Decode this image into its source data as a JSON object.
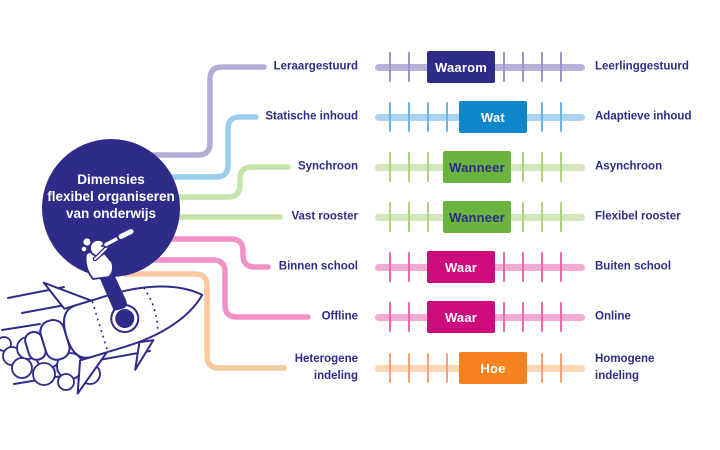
{
  "title": {
    "lines": [
      "Dimensies",
      "flexibel organiseren",
      "van onderwijs"
    ],
    "text_color": "#ffffff"
  },
  "colors": {
    "navy": "#2f2b88",
    "background": "#ffffff"
  },
  "rows": [
    {
      "left": "Leraargestuurd",
      "box": "Waarom",
      "right": "Leerlinggestuurd",
      "position": "left",
      "colors": {
        "box": "#2f2b88",
        "box_text": "#ffffff",
        "bar": "#b7b2d9",
        "tick": "#9a94cb",
        "connector": "#b3aed7"
      }
    },
    {
      "left": "Statische inhoud",
      "box": "Wat",
      "right": "Adaptieve inhoud",
      "position": "right",
      "colors": {
        "box": "#0e86ca",
        "box_text": "#ffffff",
        "bar": "#a9d4f0",
        "tick": "#6cb3e2",
        "connector": "#9bcdee"
      }
    },
    {
      "left": "Synchroon",
      "box": "Wanneer",
      "right": "Asynchroon",
      "position": "center",
      "colors": {
        "box": "#69b33e",
        "box_text": "#2f2b88",
        "bar": "#d1e7b9",
        "tick": "#a9d37d",
        "connector": "#c6e3a9"
      }
    },
    {
      "left": "Vast rooster",
      "box": "Wanneer",
      "right": "Flexibel rooster",
      "position": "center",
      "colors": {
        "box": "#69b33e",
        "box_text": "#2f2b88",
        "bar": "#d1e7b9",
        "tick": "#a9d37d",
        "connector": "#c6e3a9"
      }
    },
    {
      "left": "Binnen school",
      "box": "Waar",
      "right": "Buiten school",
      "position": "left",
      "colors": {
        "box": "#cd0b7c",
        "box_text": "#ffffff",
        "bar": "#f4abd3",
        "tick": "#ea67a8",
        "connector": "#f291c5"
      }
    },
    {
      "left": "Offline",
      "box": "Waar",
      "right": "Online",
      "position": "left",
      "colors": {
        "box": "#cd0b7c",
        "box_text": "#ffffff",
        "bar": "#f4abd3",
        "tick": "#ea67a8",
        "connector": "#f291c5"
      }
    },
    {
      "left": "Heterogene\nindeling",
      "box": "Hoe",
      "right": "Homogene\nindeling",
      "position": "right",
      "colors": {
        "box": "#f6821f",
        "box_text": "#ffffff",
        "bar": "#fdd7b5",
        "tick": "#f9a077",
        "connector": "#fbc99f"
      }
    }
  ],
  "slider": {
    "tick_count": 10
  }
}
